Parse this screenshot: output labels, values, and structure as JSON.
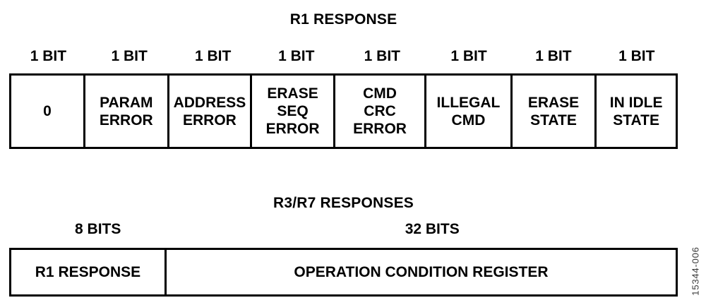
{
  "r1_response": {
    "title": "R1 RESPONSE",
    "bit_widths": [
      "1 BIT",
      "1 BIT",
      "1 BIT",
      "1 BIT",
      "1 BIT",
      "1 BIT",
      "1 BIT",
      "1 BIT"
    ],
    "fields": [
      "0",
      "PARAM\nERROR",
      "ADDRESS\nERROR",
      "ERASE\nSEQ\nERROR",
      "CMD\nCRC\nERROR",
      "ILLEGAL\nCMD",
      "ERASE\nSTATE",
      "IN IDLE\nSTATE"
    ]
  },
  "r3_r7_responses": {
    "title": "R3/R7 RESPONSES",
    "bit_widths": [
      "8 BITS",
      "32 BITS"
    ],
    "fields": [
      "R1 RESPONSE",
      "OPERATION CONDITION REGISTER"
    ]
  },
  "figure_number": "15344-006",
  "colors": {
    "ink": "#000000",
    "figure_number": "#3a3a3a",
    "background": "#ffffff"
  }
}
